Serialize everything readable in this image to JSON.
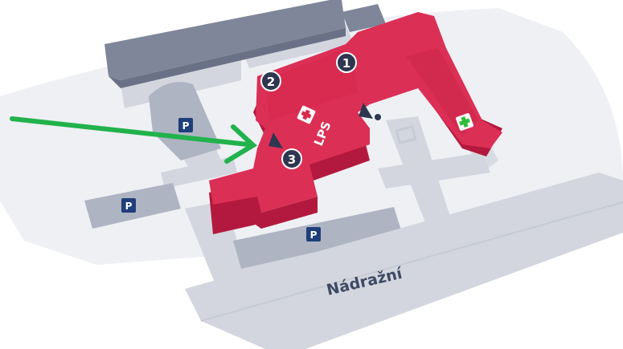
{
  "map": {
    "street_name": "Nádražní",
    "building_label": "LPS",
    "entrances": [
      {
        "label": "1"
      },
      {
        "label": "2"
      },
      {
        "label": "3"
      }
    ],
    "parking": [
      {
        "label": "P"
      },
      {
        "label": "P"
      },
      {
        "label": "P"
      }
    ],
    "icons": [
      "first-aid-cross-icon",
      "pharmacy-cross-icon",
      "entrance-arrow-icon",
      "pointer-arrow-icon"
    ],
    "colors": {
      "building": "#d92a50",
      "building_roof": "#dc2f55",
      "building_side": "#b3193e",
      "road": "#d3d6de",
      "ground": "#eef0f4",
      "dark_building": "#7f8699",
      "parking_badge": "#1f3f7a",
      "pin": "#2e3650",
      "arrow": "#22b24c",
      "pharmacy": "#2ebd3a"
    }
  }
}
